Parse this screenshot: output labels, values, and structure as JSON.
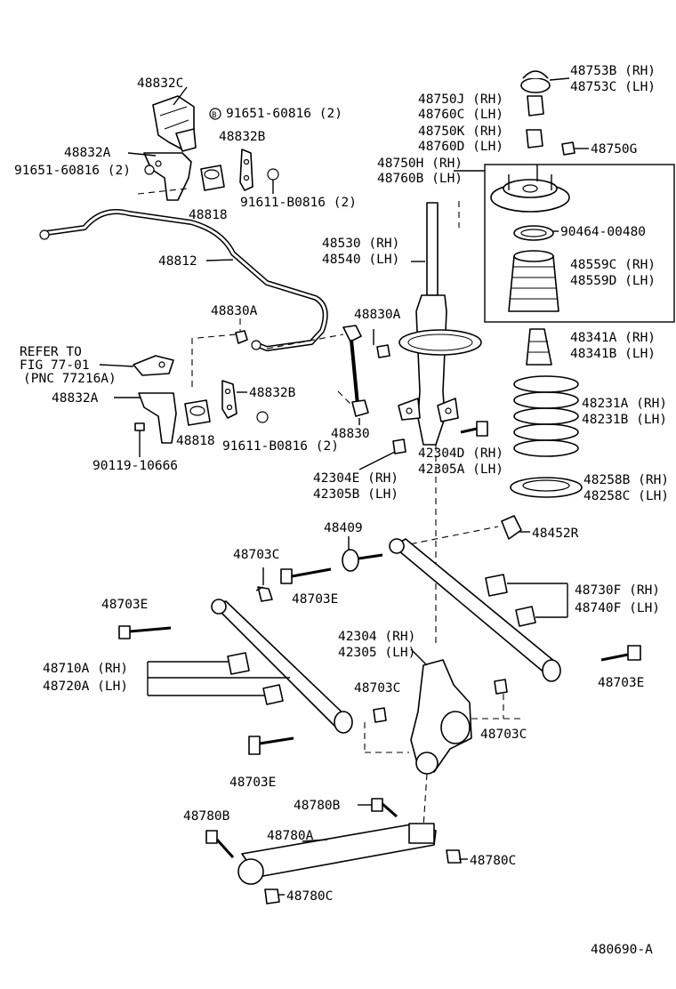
{
  "labels": {
    "l48832c": "48832C",
    "l91651_top": "91651-60816 (2)",
    "l48832a_top": "48832A",
    "l48832b_top": "48832B",
    "l91651_left": "91651-60816 (2)",
    "l48818_top": "48818",
    "l91611_top": "91611-B0816 (2)",
    "l48812": "48812",
    "l48830a_left": "48830A",
    "l48830a_right": "48830A",
    "l_refer1": "REFER TO",
    "l_refer2": "FIG 77-01",
    "l_refer3": "(PNC 77216A)",
    "l48832a_bot": "48832A",
    "l48832b_bot": "48832B",
    "l48818_bot": "48818",
    "l91611_bot": "91611-B0816 (2)",
    "l48830": "48830",
    "l90119": "90119-10666",
    "l48753b": "48753B (RH)",
    "l48753c": "48753C (LH)",
    "l48750j": "48750J (RH)",
    "l48760c": "48760C (LH)",
    "l48750k": "48750K (RH)",
    "l48760d": "48760D (LH)",
    "l48750g": "48750G",
    "l48750h": "48750H (RH)",
    "l48760b": "48760B (LH)",
    "l90464": "90464-00480",
    "l48530": "48530 (RH)",
    "l48540": "48540 (LH)",
    "l48559c": "48559C (RH)",
    "l48559d": "48559D (LH)",
    "l48341a": "48341A (RH)",
    "l48341b": "48341B (LH)",
    "l48231a": "48231A (RH)",
    "l48231b": "48231B (LH)",
    "l42304d": "42304D (RH)",
    "l42305a": "42305A (LH)",
    "l42304e": "42304E (RH)",
    "l42305b": "42305B (LH)",
    "l48258b": "48258B (RH)",
    "l48258c": "48258C (LH)",
    "l48409": "48409",
    "l48452r": "48452R",
    "l48703c_a": "48703C",
    "l48703e_a": "48703E",
    "l48730f": "48730F (RH)",
    "l48740f": "48740F (LH)",
    "l48703e_b": "48703E",
    "l42304": "42304 (RH)",
    "l42305": "42305 (LH)",
    "l48710a": "48710A (RH)",
    "l48720a": "48720A (LH)",
    "l48703c_b": "48703C",
    "l48703e_c": "48703E",
    "l48703c_c": "48703C",
    "l48703e_d": "48703E",
    "l48780b_a": "48780B",
    "l48780b_b": "48780B",
    "l48780a": "48780A",
    "l48780c_a": "48780C",
    "l48780c_b": "48780C",
    "l_fig": "480690-A"
  },
  "bolt_marker": "B",
  "icons": [
    "bolt-marker-icon"
  ]
}
